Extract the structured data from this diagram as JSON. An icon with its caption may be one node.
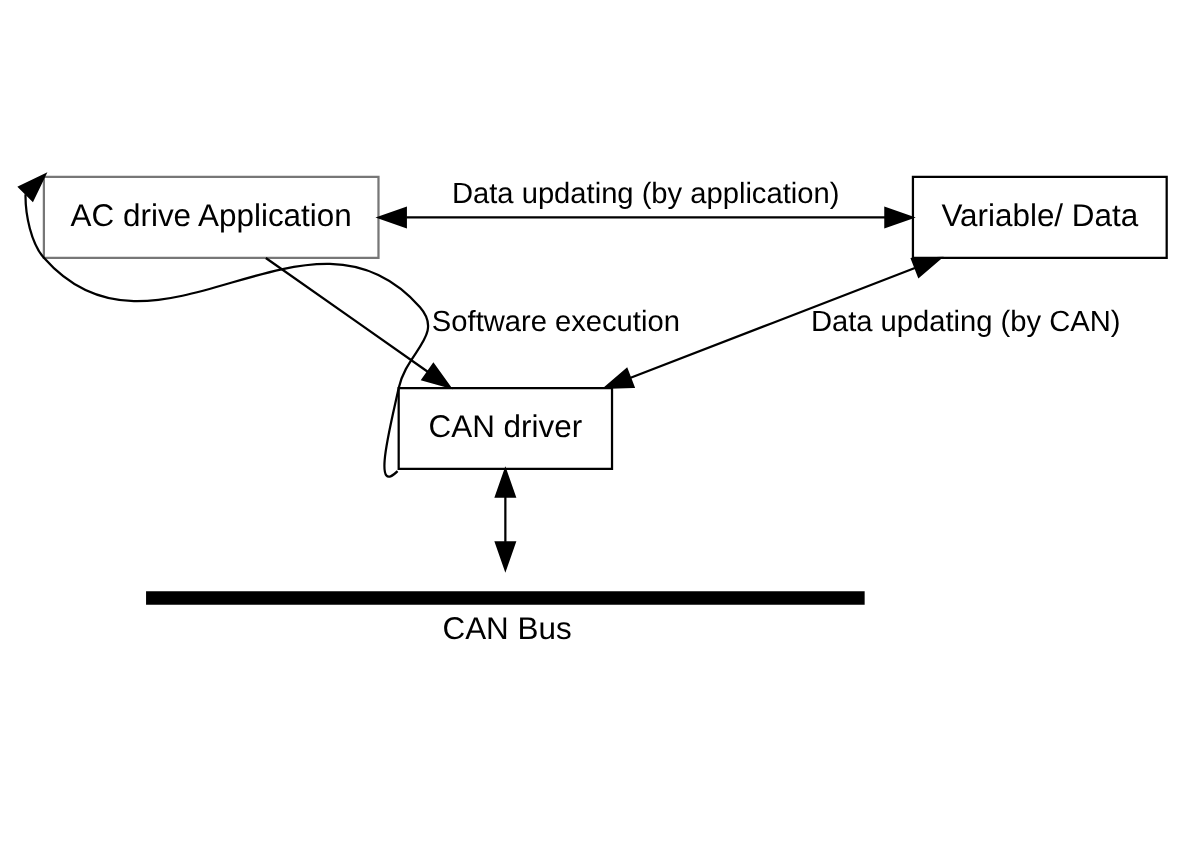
{
  "diagram": {
    "nodes": [
      {
        "text": [
          "AC drive Application"
        ]
      },
      {
        "text": [
          "Variable/ Data"
        ]
      },
      {
        "text": [
          "CAN driver"
        ]
      },
      {
        "text": [
          "CAN Bus"
        ]
      }
    ],
    "edges": [
      {
        "from": 2,
        "to": 0,
        "arrow": "to",
        "label": "Software execution"
      },
      {
        "from": 0,
        "to": 2,
        "arrow": "to"
      },
      {
        "from": 0,
        "to": 1,
        "arrow": "both",
        "label": "Data updating (by application)"
      },
      {
        "from": 2,
        "to": 1,
        "arrow": "both",
        "label": "Data updating (by CAN)"
      },
      {
        "from": 2,
        "to": 3,
        "arrow": "both"
      }
    ]
  }
}
